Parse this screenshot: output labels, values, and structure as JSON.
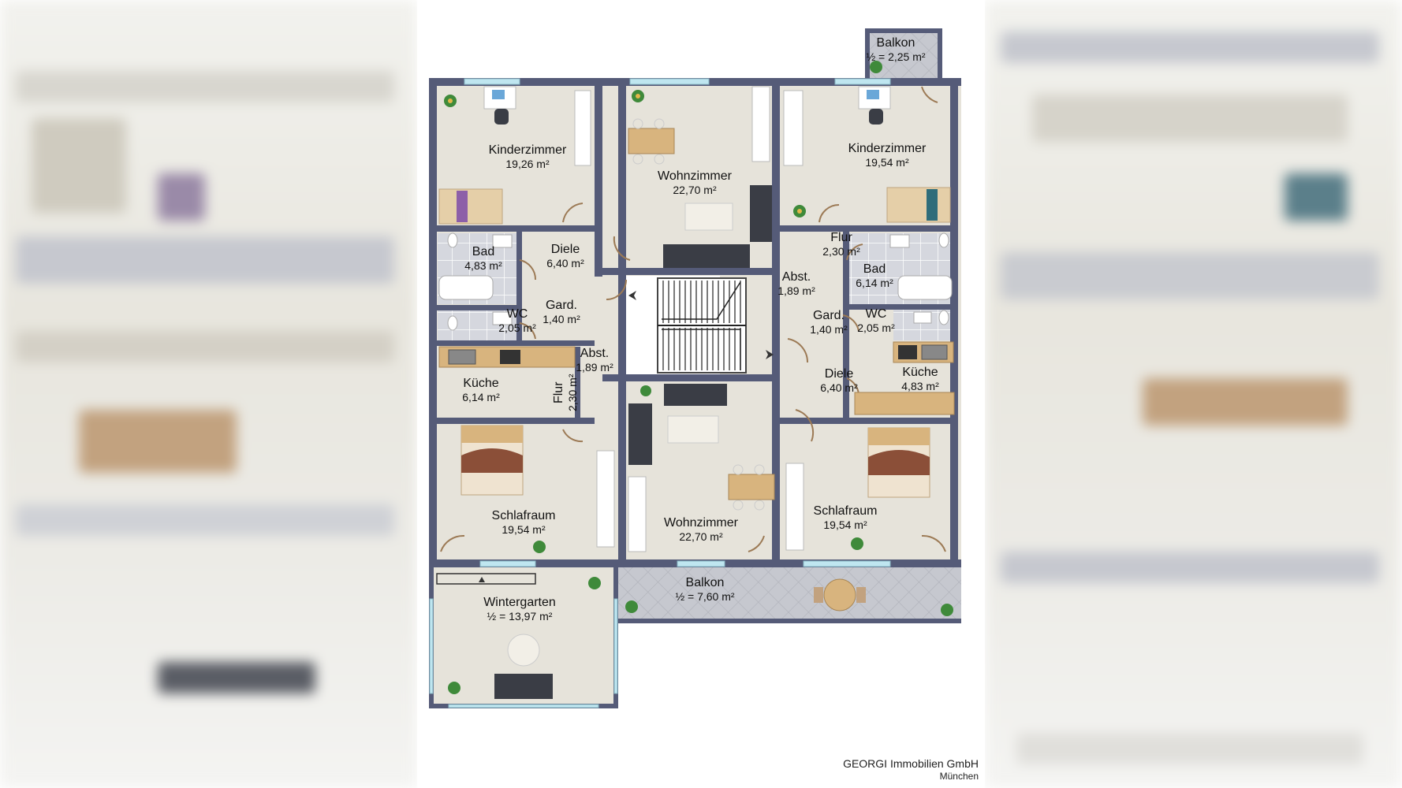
{
  "company": {
    "name": "GEORGI Immobilien GmbH",
    "city": "München"
  },
  "colors": {
    "wall": "#555b78",
    "floor": "#e6e3da",
    "tile": "#d5d7de",
    "balcony": "#c6c8cf",
    "stair": "#ffffff",
    "window": "#bfe6f0"
  },
  "rooms": {
    "top_left": {
      "kinderzimmer": {
        "name": "Kinderzimmer",
        "area": "19,26 m²"
      },
      "bad": {
        "name": "Bad",
        "area": "4,83 m²"
      },
      "diele": {
        "name": "Diele",
        "area": "6,40 m²"
      },
      "gard": {
        "name": "Gard.",
        "area": "1,40 m²"
      },
      "wc": {
        "name": "WC",
        "area": "2,05 m²"
      }
    },
    "top_center": {
      "wohnzimmer": {
        "name": "Wohnzimmer",
        "area": "22,70 m²"
      }
    },
    "top_right": {
      "kinderzimmer": {
        "name": "Kinderzimmer",
        "area": "19,54 m²"
      },
      "balkon": {
        "name": "Balkon",
        "area": "½ = 2,25 m²"
      },
      "flur": {
        "name": "Flur",
        "area": "2,30 m²"
      },
      "bad": {
        "name": "Bad",
        "area": "6,14 m²"
      },
      "abst": {
        "name": "Abst.",
        "area": "1,89 m²"
      },
      "gard": {
        "name": "Gard.",
        "area": "1,40 m²"
      },
      "wc": {
        "name": "WC",
        "area": "2,05 m²"
      }
    },
    "bottom_left": {
      "abst": {
        "name": "Abst.",
        "area": "1,89 m²"
      },
      "kueche": {
        "name": "Küche",
        "area": "6,14 m²"
      },
      "flur": {
        "name": "Flur",
        "area": "2,30 m²"
      },
      "schlafraum": {
        "name": "Schlafraum",
        "area": "19,54 m²"
      },
      "wintergarten": {
        "name": "Wintergarten",
        "area": "½ = 13,97 m²"
      }
    },
    "bottom_center": {
      "wohnzimmer": {
        "name": "Wohnzimmer",
        "area": "22,70 m²"
      },
      "balkon": {
        "name": "Balkon",
        "area": "½ = 7,60 m²"
      }
    },
    "bottom_right": {
      "diele": {
        "name": "Diele",
        "area": "6,40 m²"
      },
      "kueche": {
        "name": "Küche",
        "area": "4,83 m²"
      },
      "schlafraum": {
        "name": "Schlafraum",
        "area": "19,54 m²"
      }
    }
  },
  "icons": {
    "plant": "plant-icon",
    "desk": "desk-icon",
    "bed": "bed-icon",
    "sofa": "sofa-icon",
    "table": "dining-table-icon",
    "stairs": "staircase-icon",
    "arrow": "arrow-icon"
  }
}
